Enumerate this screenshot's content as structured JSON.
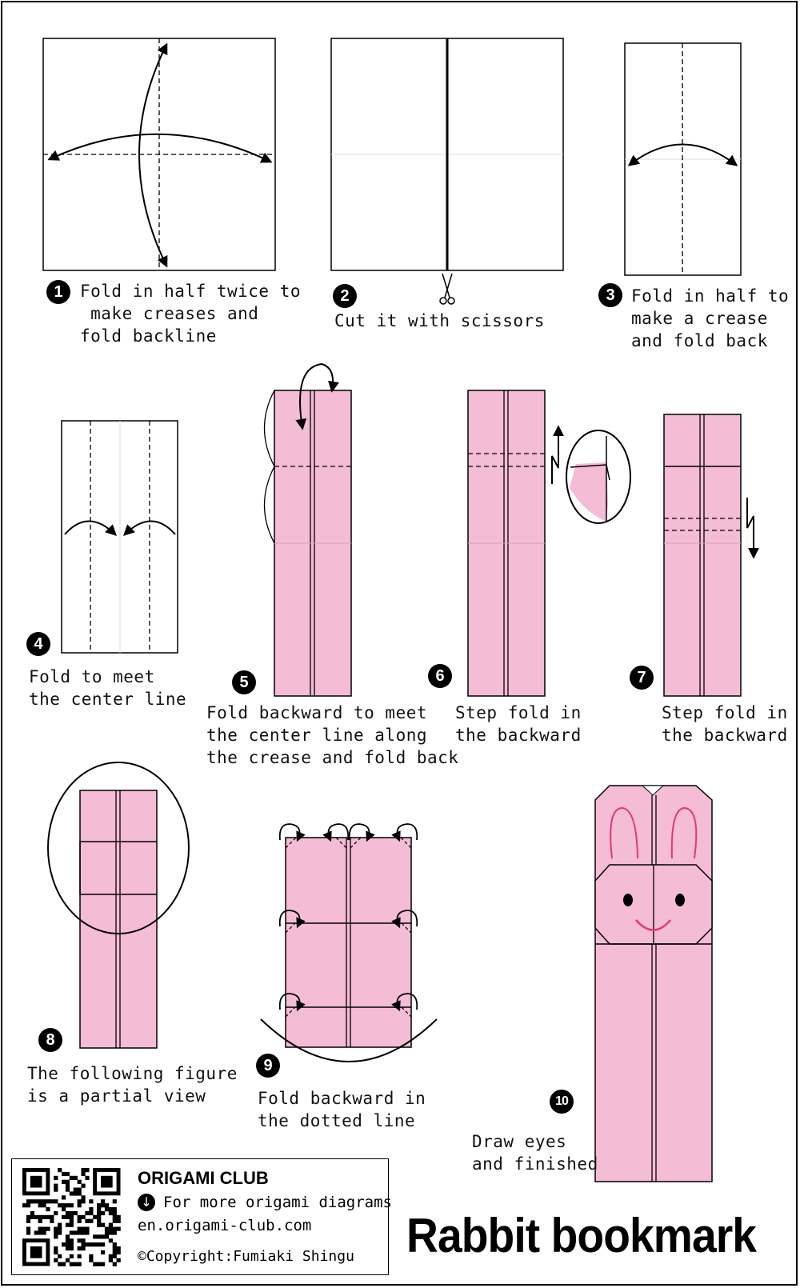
{
  "steps": [
    {
      "number": "1",
      "lines": [
        "Fold in half twice to",
        " make creases and",
        "fold backline"
      ]
    },
    {
      "number": "2",
      "lines": [
        "Cut it with scissors"
      ]
    },
    {
      "number": "3",
      "lines": [
        "Fold in half to",
        "make a crease",
        "and fold back"
      ]
    },
    {
      "number": "4",
      "lines": [
        "Fold to meet",
        "the center line"
      ]
    },
    {
      "number": "5",
      "lines": [
        "Fold backward to meet",
        "the center line along",
        "the crease and fold back"
      ]
    },
    {
      "number": "6",
      "lines": [
        "Step fold in",
        "the backward"
      ]
    },
    {
      "number": "7",
      "lines": [
        "Step fold in",
        "the backward"
      ]
    },
    {
      "number": "8",
      "lines": [
        "The following figure",
        "is a partial view"
      ]
    },
    {
      "number": "9",
      "lines": [
        "Fold backward in",
        "the dotted line"
      ]
    },
    {
      "number": "10",
      "lines": [
        "Draw eyes",
        "and finished"
      ]
    }
  ],
  "footer": {
    "club_name": "ORIGAMI CLUB",
    "more_text": "For more origami diagrams",
    "site": "en.origami-club.com",
    "copyright": "©Copyright:Fumiaki Shingu"
  },
  "title": "Rabbit bookmark",
  "colors": {
    "paper_pink": "#f4bcd5",
    "face_line": "#e23a6e",
    "outline": "#000000",
    "faint_crease": "#d9d9d9"
  },
  "icons": [
    "scissors-icon",
    "down-arrow-icon",
    "qr-code-icon"
  ]
}
